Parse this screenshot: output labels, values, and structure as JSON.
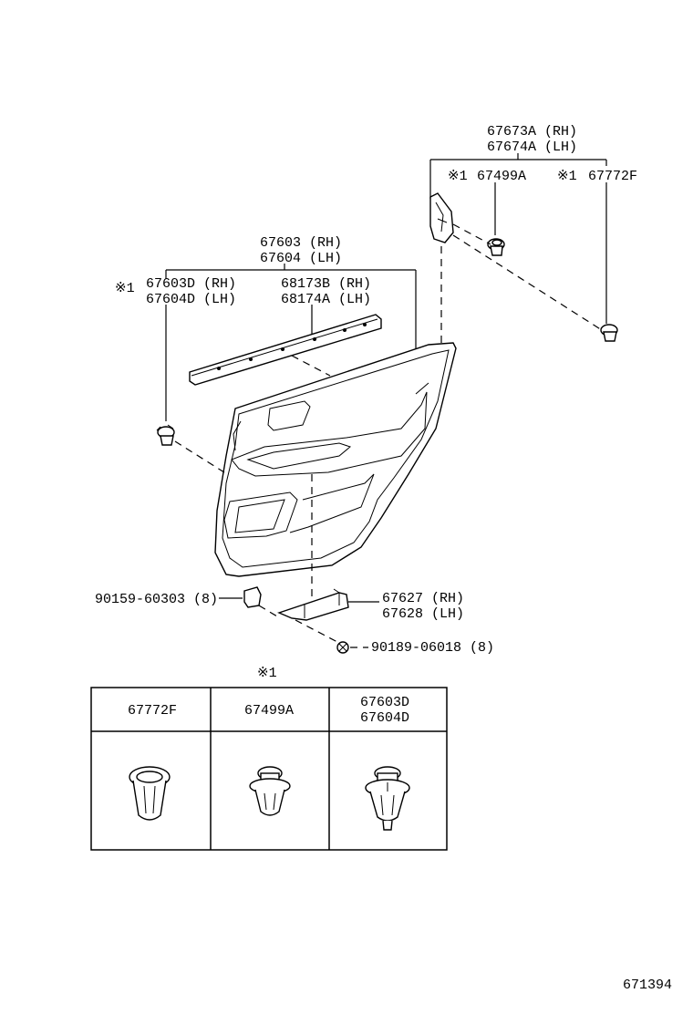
{
  "labels": {
    "trim_board_rh": "67603 (RH)",
    "trim_board_lh": "67604 (LH)",
    "clip_ref": "※1",
    "clip_rh": "67603D (RH)",
    "clip_lh": "67604D (LH)",
    "weatherstrip_rh": "68173B (RH)",
    "weatherstrip_lh": "68174A (LH)",
    "upper_panel_rh": "67673A (RH)",
    "upper_panel_lh": "67674A (LH)",
    "clip_a_ref": "※1",
    "clip_a": "67499A",
    "clip_f_ref": "※1",
    "clip_f": "67772F",
    "bracket_rh": "67627 (RH)",
    "bracket_lh": "67628 (LH)",
    "clip_small": "90159-60303 (8)",
    "screw": "90189-06018 (8)"
  },
  "table": {
    "note": "※1",
    "headers": [
      "67772F",
      "67499A",
      "67603D\n67604D"
    ]
  },
  "figure_id": "671394"
}
